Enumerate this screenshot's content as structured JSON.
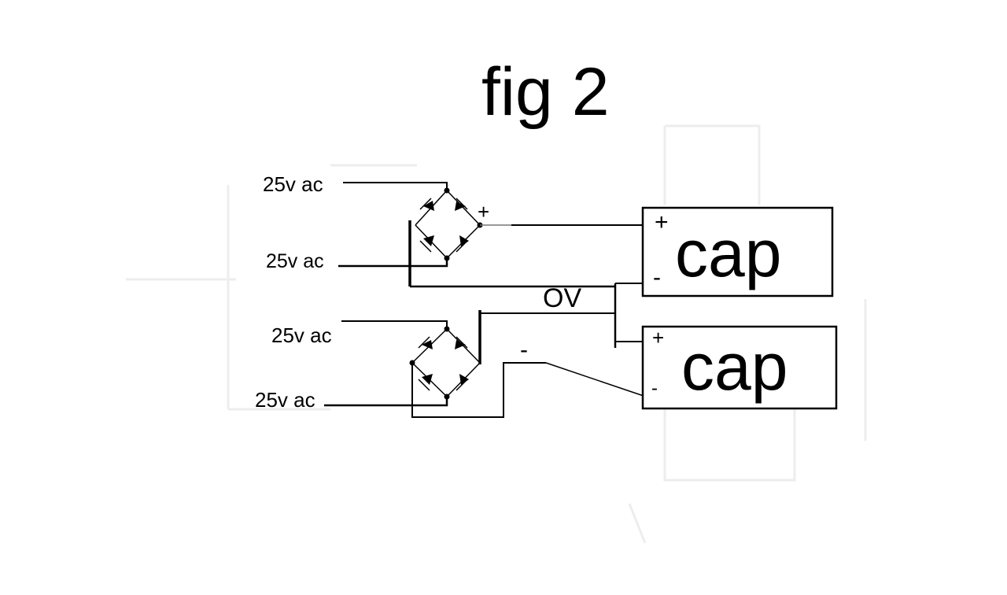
{
  "title": "fig 2",
  "inputs": {
    "ac1": "25v ac",
    "ac2": "25v ac",
    "ac3": "25v ac",
    "ac4": "25v ac"
  },
  "rail_labels": {
    "plus_out": "+",
    "zero_volt": "OV",
    "minus_out": "-"
  },
  "capacitors": [
    {
      "label": "cap",
      "plus": "+",
      "minus": "-"
    },
    {
      "label": "cap",
      "plus": "+",
      "minus": "-"
    }
  ]
}
